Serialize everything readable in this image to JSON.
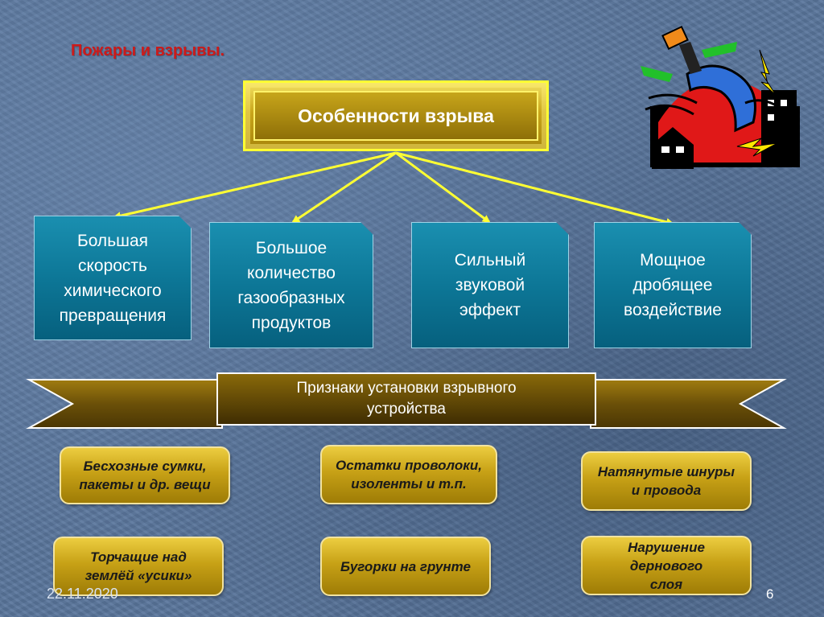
{
  "title": "Пожары и взрывы.",
  "header": "Особенности взрыва",
  "features": [
    "Большая\nскорость\nхимического\nпревращения",
    "Большое\nколичество\nгазообразных\nпродуктов",
    "Сильный\nзвуковой\nэффект",
    "Мощное\nдробящее\nвоздействие"
  ],
  "banner": "Признаки установки взрывного\nустройства",
  "signs": [
    "Бесхозные сумки,\nпакеты и др. вещи",
    "Остатки проволоки,\nизоленты и т.п.",
    "Натянутые шнуры\nи провода",
    "Торчащие над\nземлёй «усики»",
    "Бугорки на грунте",
    "Нарушение\nдернового\nслоя"
  ],
  "footer": {
    "date": "22.11.2020",
    "page": "6"
  },
  "colors": {
    "title": "#cc1a1a",
    "header_border": "#ffff33",
    "arrow": "#ffff33",
    "card": "#0d7797",
    "pill": "#c7a116",
    "banner": "#8a6a0a"
  },
  "icons": [
    "explosion-clipart"
  ]
}
